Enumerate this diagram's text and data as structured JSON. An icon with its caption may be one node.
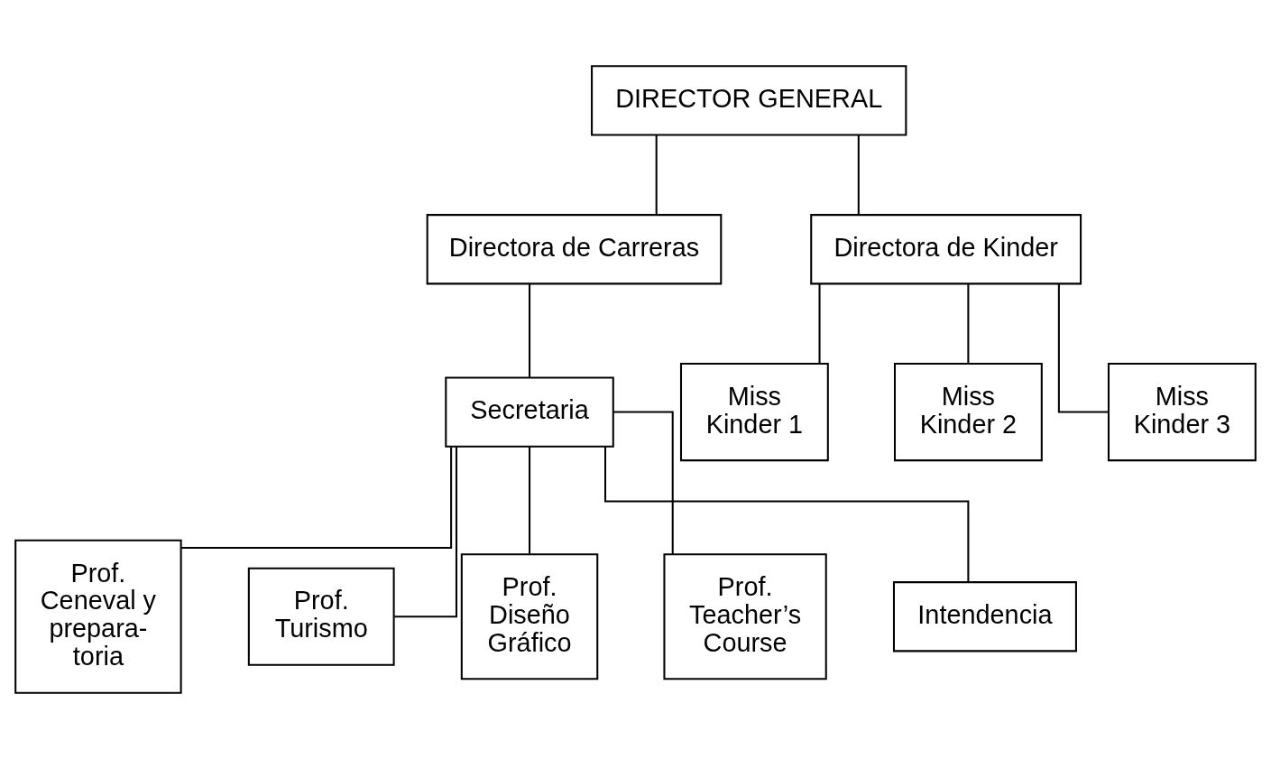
{
  "diagram": {
    "nodes": [
      {
        "text": [
          "DIRECTOR GENERAL"
        ]
      },
      {
        "text": [
          "Directora de Carreras"
        ]
      },
      {
        "text": [
          "Directora de Kinder"
        ]
      },
      {
        "text": [
          "Secretaria"
        ]
      },
      {
        "text": [
          "Miss Kinder 1"
        ]
      },
      {
        "text": [
          "Miss Kinder 2"
        ]
      },
      {
        "text": [
          "Miss Kinder 3"
        ]
      },
      {
        "text": [
          "Prof. Ceneval y prepara- toria"
        ]
      },
      {
        "text": [
          "Prof. Turismo"
        ]
      },
      {
        "text": [
          "Prof. Diseño Gráfico"
        ]
      },
      {
        "text": [
          "Prof. Teacher’s Course"
        ]
      },
      {
        "text": [
          "Intendencia"
        ]
      }
    ],
    "edges": [
      {
        "from": 0,
        "to": 1,
        "arrow": "none"
      },
      {
        "from": 0,
        "to": 2,
        "arrow": "none"
      },
      {
        "from": 1,
        "to": 3,
        "arrow": "none"
      },
      {
        "from": 2,
        "to": 4,
        "arrow": "none"
      },
      {
        "from": 2,
        "to": 5,
        "arrow": "none"
      },
      {
        "from": 2,
        "to": 6,
        "arrow": "none"
      },
      {
        "from": 3,
        "to": 7,
        "arrow": "none"
      },
      {
        "from": 3,
        "to": 8,
        "arrow": "none"
      },
      {
        "from": 3,
        "to": 9,
        "arrow": "none"
      },
      {
        "from": 3,
        "to": 10,
        "arrow": "none"
      },
      {
        "from": 3,
        "to": 11,
        "arrow": "none"
      }
    ]
  }
}
